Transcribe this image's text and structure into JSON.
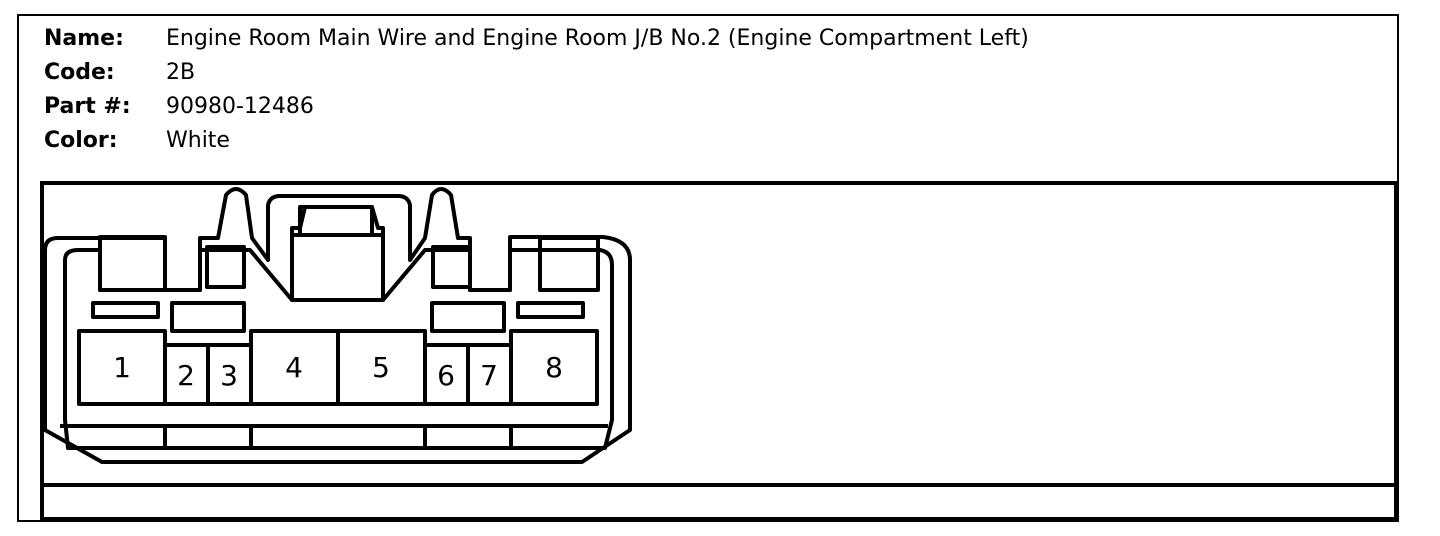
{
  "connector": {
    "fields": [
      {
        "label": "Name:",
        "value": "Engine Room Main Wire and Engine Room J/B No.2 (Engine Compartment Left)"
      },
      {
        "label": "Code:",
        "value": "2B"
      },
      {
        "label": "Part #:",
        "value": "90980-12486"
      },
      {
        "label": "Color:",
        "value": "White"
      }
    ],
    "pins": [
      "1",
      "2",
      "3",
      "4",
      "5",
      "6",
      "7",
      "8"
    ]
  }
}
